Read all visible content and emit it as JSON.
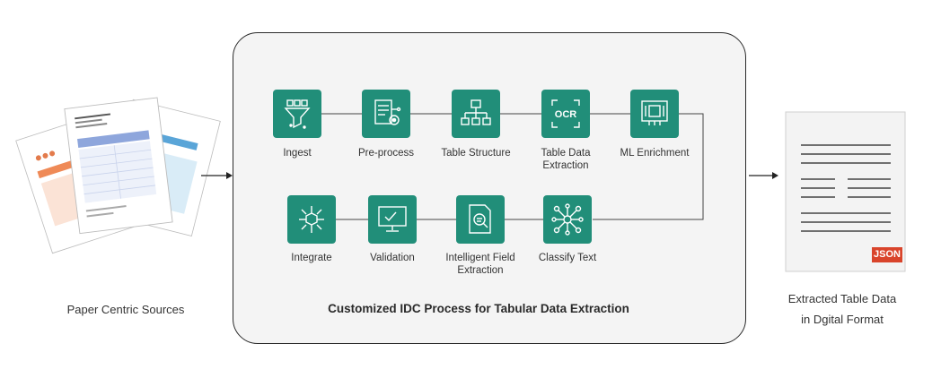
{
  "sources": {
    "caption": "Paper Centric Sources"
  },
  "process": {
    "title": "Customized IDC Process for Tabular Data Extraction",
    "row1": [
      {
        "label": "Ingest",
        "icon": "funnel-icon"
      },
      {
        "label": "Pre-process",
        "icon": "document-gear-icon"
      },
      {
        "label": "Table Structure",
        "icon": "hierarchy-icon"
      },
      {
        "label": "Table Data\nExtraction",
        "icon": "ocr-icon"
      },
      {
        "label": "ML Enrichment",
        "icon": "chip-icon"
      }
    ],
    "row2": [
      {
        "label": "Integrate",
        "icon": "cube-network-icon"
      },
      {
        "label": "Validation",
        "icon": "monitor-check-icon"
      },
      {
        "label": "Intelligent Field\nExtraction",
        "icon": "document-search-icon"
      },
      {
        "label": "Classify Text",
        "icon": "network-icon"
      }
    ]
  },
  "output": {
    "badge": "JSON",
    "caption_line1": "Extracted Table Data",
    "caption_line2": "in Dgital Format"
  },
  "colors": {
    "accent": "#218e79",
    "badge": "#d9442b",
    "box_border": "#2b2b2b",
    "box_fill": "#f4f4f4"
  }
}
